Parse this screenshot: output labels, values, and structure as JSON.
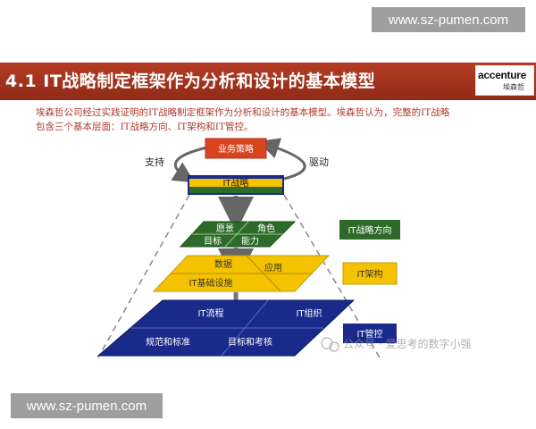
{
  "watermarks": {
    "top": "www.sz-pumen.com",
    "bottom": "www.sz-pumen.com"
  },
  "slide": {
    "title": "4.1 IT战略制定框架作为分析和设计的基本模型",
    "logo_text": "accenture",
    "logo_sub": "埃森哲",
    "intro_line1": "埃森哲公司经过实践证明的IT战略制定框架作为分析和设计的基本模型。埃森哲认为，完整的IT战略",
    "intro_line2": "包含三个基本层面：IT战略方向、IT架构和IT管控。"
  },
  "diagram": {
    "business_strategy": "业务策略",
    "it_strategy": "IT战略",
    "support": "支持",
    "drive": "驱动",
    "direction_layer": {
      "vision": "愿景",
      "role": "角色",
      "goal": "目标",
      "capability": "能力"
    },
    "architecture_layer": {
      "data": "数据",
      "application": "应用",
      "infrastructure": "IT基础设施"
    },
    "governance_layer": {
      "process": "IT流程",
      "organization": "IT组织",
      "norms": "规范和标准",
      "goals_assessment": "目标和考核"
    },
    "legend": {
      "direction": "IT战略方向",
      "architecture": "IT架构",
      "governance": "IT管控"
    },
    "colors": {
      "green": "#2e6b2a",
      "yellow": "#f5c200",
      "blue": "#1a2a8a",
      "red": "#d84420"
    }
  },
  "channel_watermark": "公众号 · 爱思考的数字小强"
}
